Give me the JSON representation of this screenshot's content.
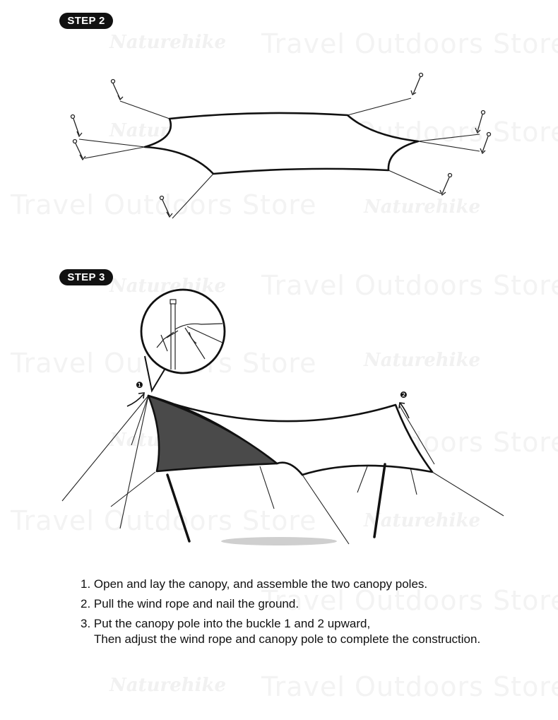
{
  "watermark": {
    "store_text": "Travel Outdoors Store",
    "brand_text": "Naturehike"
  },
  "step2": {
    "badge": "STEP 2"
  },
  "step3": {
    "badge": "STEP 3",
    "buckle_marker_1": "❶",
    "buckle_marker_2": "❷"
  },
  "instructions": [
    {
      "text": "1. Open and lay the canopy, and assemble the two canopy poles."
    },
    {
      "text": "2. Pull the wind rope and nail the ground."
    },
    {
      "text": "3. Put the canopy pole into the buckle 1 and 2 upward,",
      "continuation": "Then adjust the wind rope and canopy pole to complete the construction."
    }
  ]
}
